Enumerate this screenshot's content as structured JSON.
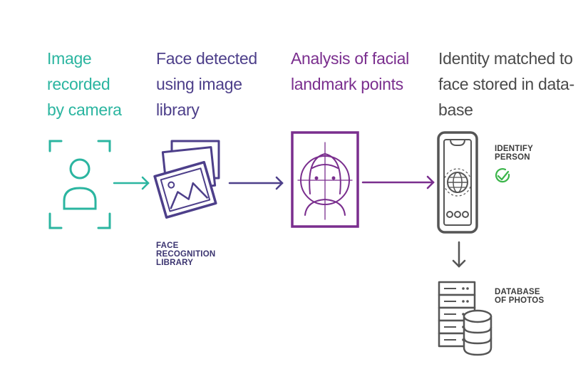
{
  "steps": [
    {
      "title_lines": [
        "Image",
        "recorded",
        "by camera"
      ]
    },
    {
      "title_lines": [
        "Face detected",
        "using image",
        "library"
      ]
    },
    {
      "title_lines": [
        "Analysis of facial",
        "landmark points"
      ]
    },
    {
      "title_lines": [
        "Identity matched to",
        "face stored in data-",
        "base"
      ]
    }
  ],
  "labels": {
    "library": [
      "FACE",
      "RECOGNITION",
      "LIBRARY"
    ],
    "identify": [
      "IDENTIFY",
      "PERSON"
    ],
    "database": [
      "DATABASE",
      "OF PHOTOS"
    ]
  },
  "colors": {
    "teal": "#2bb5a0",
    "indigo": "#4d3f8a",
    "purple": "#7a2e8e",
    "green": "#3bb54a",
    "gray": "#555555"
  },
  "icons": {
    "camera": "user-scan-icon",
    "library": "photo-stack-icon",
    "analysis": "face-landmark-icon",
    "identify": "phone-globe-icon",
    "check": "check-circle-icon",
    "database": "server-database-icon"
  }
}
